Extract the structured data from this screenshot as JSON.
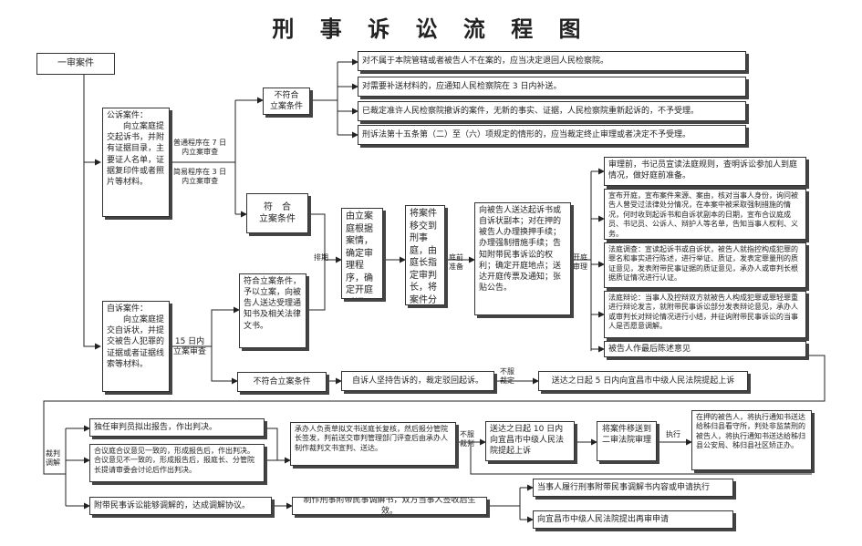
{
  "title": "刑 事 诉 讼 流 程 图",
  "nodes": {
    "first_instance": "一审案件",
    "public_case": "公诉案件：\n　　向立案庭提交起诉书，并附有证据目录，主要证人名单，证据复印件或者照片等材料。",
    "private_case": "自诉案件：\n　　向立案庭提交自诉状，并提交被告人犯罪的证据或者证据线索等材料。",
    "not_qualified": "不符合\n立案条件",
    "qualified": "符　合\n立案条件",
    "r1": "对不属于本院管辖或者被告人不在案的，应当决定退回人民检察院。",
    "r2": "对需要补送材料的，应通知人民检察院在 3 日内补送。",
    "r3": "已裁定准许人民检察院撤诉的案件，无新的事实、证据，人民检察院重新起诉的，不予受理。",
    "r4": "刑诉法第十五条第（二）至（六）项规定的情形的，应当裁定终止审理或者决定不予受理。",
    "private_qualified": "符合立案条件，予以立案，向被告人送达受理通知书及相关法律文书。",
    "private_not_qualified": "不符合立案条件",
    "persuade": "自诉人坚持告诉的，裁定驳回起诉。",
    "appeal_5": "送达之日起 5 日内向宜昌市中级人民法院提起上诉",
    "filing": "由立案庭根据案情，确定审理程序，确定开庭时间。",
    "transfer": "将案件移交到刑事庭，由庭长指定审判长，将案件分配到承办人。",
    "serve": "向被告人送达起诉书或自诉状副本；对在押的被告人办理换押手续；办理强制措施手续；告知附带民事诉讼的权利；确定开庭地点；送达开庭传票及通知；张贴公告。",
    "t1": "审理前，书记员宣读法庭规则，查明诉讼参加人到庭情况，做好庭前准备。",
    "t2": "宣布开庭，宣布案件来源、案由，核对当事人身份，询问被告人曾受过法律处分情况，在本案中被采取强制措施的情况，何时收到起诉书和自诉状副本的日期，宣布合议庭成员、书记员、公诉人、辩护人等名单，告知当事人权利、义务。",
    "t3": "法庭调查：宣读起诉书或自诉状，被告人就指控构成犯罪的罪名和事实进行陈述，进行举证、质证，发表定罪量刑的质证意见，发表附带民事证据的质证意见，承办人或审判长根据质证情况进行认证。",
    "t4": "法庭辩论：当事人及控辩双方就被告人构成犯罪或罪轻罪重进行辩论发言，就附带民事诉讼部分发表辩论意见，承办人或审判长对辩论情况进行小结，并征询附带民事诉讼的当事人是否愿意调解。",
    "t5": "被告人作最后陈述意见",
    "v1": "独任审判员拟出报告，作出判决。",
    "v2": "合议庭合议意见一致的，形成报告后，作出判决。合议意见不一致的，形成报告后，报庭长、分管院长提请审委会讨论后作出判决。",
    "v3": "附带民事诉讼能够调解的，达成调解协议。",
    "v4": "承办人负责草拟文书送庭长复核，然后报分管院长签发，判前送交审判管理部门评查后由承办人制作裁判文书宣判、送达。",
    "v5": "送达之日起 10 日内向宜昌市中级人民法院提起上诉",
    "v6": "将案件移送到二审法院审理",
    "v7": "在押的被告人，将执行通知书送达给秭归县看守所，判处非监禁刑的被告人，将执行通知书送达给秭归县公安局、秭归县社区矫正办。",
    "v8": "制作刑事附带民事调解书，双方当事人签收后生效。",
    "v9": "当事人履行刑事附带民事调解书内容或申请执行",
    "v10": "向宜昌市中级人民法院提出再审申请"
  },
  "labels": {
    "ordinary": "普通程序在 7 日\n内立案审查",
    "simple": "简易程序在 3 日\n内立案审查",
    "fifteen": "15 日内\n立案审查",
    "schedule": "排期",
    "pre_trial": "庭前\n准备",
    "open": "开庭\n审理",
    "dissatisfied": "不服\n裁定",
    "verdict": "裁判\n调解",
    "dissatisfied2": "不服\n裁判",
    "execute": "执行"
  },
  "colors": {
    "line": "#222222",
    "border": "#333333",
    "shadow": "#444444"
  }
}
